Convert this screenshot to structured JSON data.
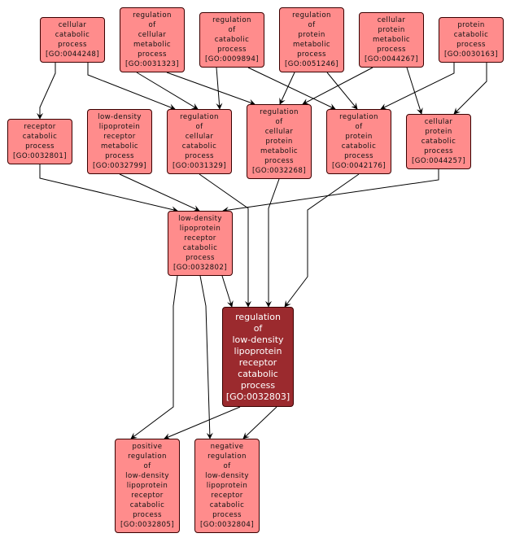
{
  "graph_title": "GO term ancestry graph",
  "colors": {
    "node_fill": "#ff8c8c",
    "focus_fill": "#9b2a2e",
    "edge": "#000000"
  },
  "nodes": [
    {
      "id": "GO:0044248",
      "lines": [
        "cellular",
        "catabolic",
        "process",
        "[GO:0044248]"
      ]
    },
    {
      "id": "GO:0031323",
      "lines": [
        "regulation",
        "of",
        "cellular",
        "metabolic",
        "process",
        "[GO:0031323]"
      ]
    },
    {
      "id": "GO:0009894",
      "lines": [
        "regulation",
        "of",
        "catabolic",
        "process",
        "[GO:0009894]"
      ]
    },
    {
      "id": "GO:0051246",
      "lines": [
        "regulation",
        "of",
        "protein",
        "metabolic",
        "process",
        "[GO:0051246]"
      ]
    },
    {
      "id": "GO:0044267",
      "lines": [
        "cellular",
        "protein",
        "metabolic",
        "process",
        "[GO:0044267]"
      ]
    },
    {
      "id": "GO:0030163",
      "lines": [
        "protein",
        "catabolic",
        "process",
        "[GO:0030163]"
      ]
    },
    {
      "id": "GO:0032801",
      "lines": [
        "receptor",
        "catabolic",
        "process",
        "[GO:0032801]"
      ]
    },
    {
      "id": "GO:0032799",
      "lines": [
        "low-density",
        "lipoprotein",
        "receptor",
        "metabolic",
        "process",
        "[GO:0032799]"
      ]
    },
    {
      "id": "GO:0031329",
      "lines": [
        "regulation",
        "of",
        "cellular",
        "catabolic",
        "process",
        "[GO:0031329]"
      ]
    },
    {
      "id": "GO:0032268",
      "lines": [
        "regulation",
        "of",
        "cellular",
        "protein",
        "metabolic",
        "process",
        "[GO:0032268]"
      ]
    },
    {
      "id": "GO:0042176",
      "lines": [
        "regulation",
        "of",
        "protein",
        "catabolic",
        "process",
        "[GO:0042176]"
      ]
    },
    {
      "id": "GO:0044257",
      "lines": [
        "cellular",
        "protein",
        "catabolic",
        "process",
        "[GO:0044257]"
      ]
    },
    {
      "id": "GO:0032802",
      "lines": [
        "low-density",
        "lipoprotein",
        "receptor",
        "catabolic",
        "process",
        "[GO:0032802]"
      ]
    },
    {
      "id": "GO:0032803",
      "focus": true,
      "lines": [
        "regulation",
        "of",
        "low-density",
        "lipoprotein",
        "receptor",
        "catabolic",
        "process",
        "[GO:0032803]"
      ]
    },
    {
      "id": "GO:0032805",
      "lines": [
        "positive",
        "regulation",
        "of",
        "low-density",
        "lipoprotein",
        "receptor",
        "catabolic",
        "process",
        "[GO:0032805]"
      ]
    },
    {
      "id": "GO:0032804",
      "lines": [
        "negative",
        "regulation",
        "of",
        "low-density",
        "lipoprotein",
        "receptor",
        "catabolic",
        "process",
        "[GO:0032804]"
      ]
    }
  ],
  "edges": [
    {
      "from": "GO:0044248",
      "to": "GO:0032801"
    },
    {
      "from": "GO:0044248",
      "to": "GO:0031329"
    },
    {
      "from": "GO:0031323",
      "to": "GO:0031329"
    },
    {
      "from": "GO:0031323",
      "to": "GO:0032268"
    },
    {
      "from": "GO:0009894",
      "to": "GO:0031329"
    },
    {
      "from": "GO:0009894",
      "to": "GO:0042176"
    },
    {
      "from": "GO:0051246",
      "to": "GO:0032268"
    },
    {
      "from": "GO:0051246",
      "to": "GO:0042176"
    },
    {
      "from": "GO:0044267",
      "to": "GO:0032268"
    },
    {
      "from": "GO:0044267",
      "to": "GO:0044257"
    },
    {
      "from": "GO:0030163",
      "to": "GO:0042176"
    },
    {
      "from": "GO:0030163",
      "to": "GO:0044257"
    },
    {
      "from": "GO:0032801",
      "to": "GO:0032802"
    },
    {
      "from": "GO:0032799",
      "to": "GO:0032802"
    },
    {
      "from": "GO:0044257",
      "to": "GO:0032802"
    },
    {
      "from": "GO:0031329",
      "to": "GO:0032803"
    },
    {
      "from": "GO:0032268",
      "to": "GO:0032803"
    },
    {
      "from": "GO:0042176",
      "to": "GO:0032803"
    },
    {
      "from": "GO:0032802",
      "to": "GO:0032803"
    },
    {
      "from": "GO:0032802",
      "to": "GO:0032805"
    },
    {
      "from": "GO:0032802",
      "to": "GO:0032804"
    },
    {
      "from": "GO:0032803",
      "to": "GO:0032805"
    },
    {
      "from": "GO:0032803",
      "to": "GO:0032804"
    }
  ]
}
